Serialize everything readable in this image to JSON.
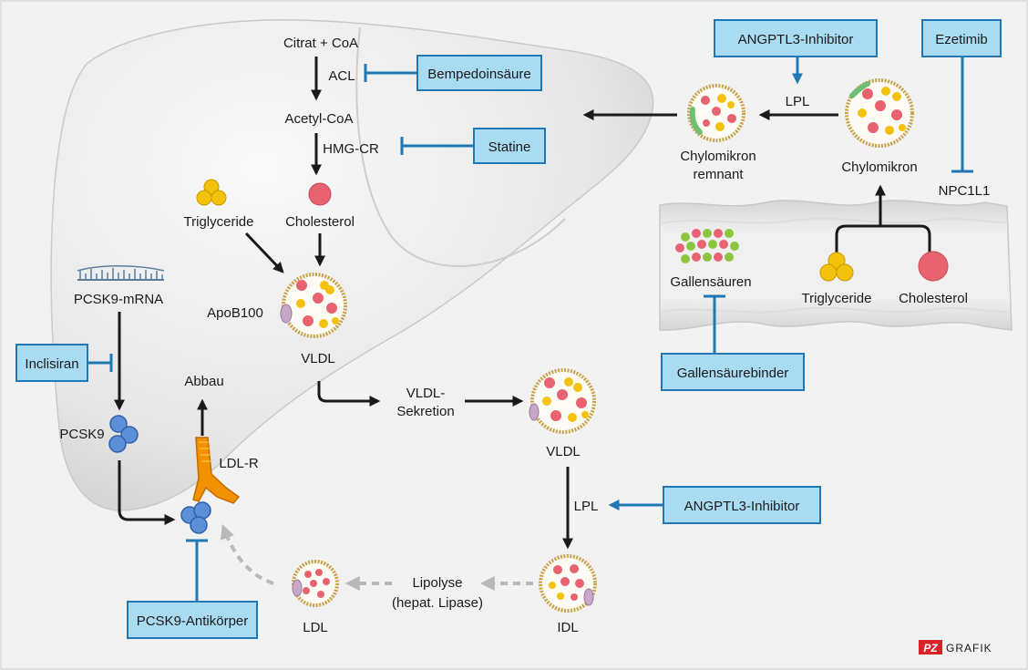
{
  "colors": {
    "drug_box_fill": "#a9dcf3",
    "drug_box_stroke": "#2178b5",
    "inhibitor_line": "#2178b5",
    "arrow_main": "#1a1a1a",
    "arrow_dashed": "#b9b9b9",
    "cholesterol": "#e8636f",
    "triglyceride": "#f4c20d",
    "bile_acid_green": "#8cc63f",
    "bile_acid_pink": "#e8636f",
    "pcsk9": "#5b8fd8",
    "ldlr": "#f39200",
    "liver": "#e8e8e8",
    "pz_brand": "#d8232a"
  },
  "liver": {
    "citrat_coa": "Citrat + CoA",
    "acl": "ACL",
    "acetyl_coa": "Acetyl-CoA",
    "hmg_cr": "HMG-CR",
    "triglyceride": "Triglyceride",
    "cholesterol": "Cholesterol",
    "apob100": "ApoB100",
    "vldl": "VLDL",
    "pcsk9_mrna": "PCSK9-mRNA",
    "pcsk9": "PCSK9",
    "abbau": "Abbau",
    "ldl_r": "LDL-R"
  },
  "drugs": {
    "bempedoinsaeure": "Bempedoinsäure",
    "statine": "Statine",
    "inclisiran": "Inclisiran",
    "pcsk9_antikoerper": "PCSK9-Antikörper",
    "angptl3_top": "ANGPTL3-Inhibitor",
    "ezetimib": "Ezetimib",
    "gallensaeurebinder": "Gallensäurebinder",
    "angptl3_right": "ANGPTL3-Inhibitor"
  },
  "intestine": {
    "lpl": "LPL",
    "chylomikron_remnant_line1": "Chylomikron",
    "chylomikron_remnant_line2": "remnant",
    "chylomikron": "Chylomikron",
    "npc1l1": "NPC1L1",
    "gallensaeuren": "Gallensäuren",
    "triglyceride": "Triglyceride",
    "cholesterol": "Cholesterol"
  },
  "circulation": {
    "vldl_sekretion_line1": "VLDL-",
    "vldl_sekretion_line2": "Sekretion",
    "vldl": "VLDL",
    "lpl": "LPL",
    "idl": "IDL",
    "lipolyse_line1": "Lipolyse",
    "lipolyse_line2": "(hepat. Lipase)",
    "ldl": "LDL"
  },
  "branding": {
    "badge": "PZ",
    "text": "GRAFIK"
  }
}
